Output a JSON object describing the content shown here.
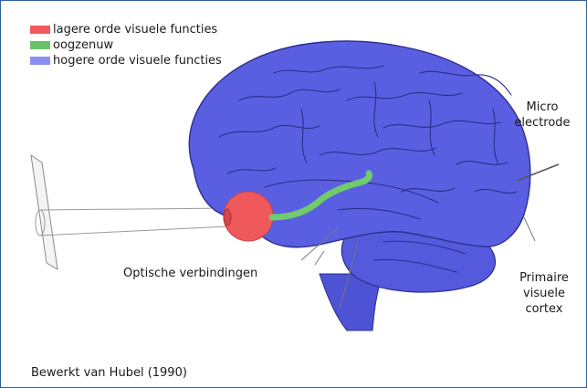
{
  "legend": {
    "items": [
      {
        "label": "lagere orde visuele functies",
        "color": "#f25a5d"
      },
      {
        "label": "oogzenuw",
        "color": "#6cc26a"
      },
      {
        "label": "hogere orde visuele functies",
        "color": "#8b8fef"
      }
    ]
  },
  "labels": {
    "micro_line1": "Micro",
    "micro_line2": "electrode",
    "optische": "Optische verbindingen",
    "primaire_line1": "Primaire",
    "primaire_line2": "visuele",
    "primaire_line3": "cortex"
  },
  "credit": "Bewerkt van Hubel (1990)",
  "colors": {
    "brain": "#5a5ee0",
    "brain_dark": "#3d3fb5",
    "eye": "#f0595c",
    "nerve": "#6fcb6c",
    "frame": "#2f5f9a"
  }
}
